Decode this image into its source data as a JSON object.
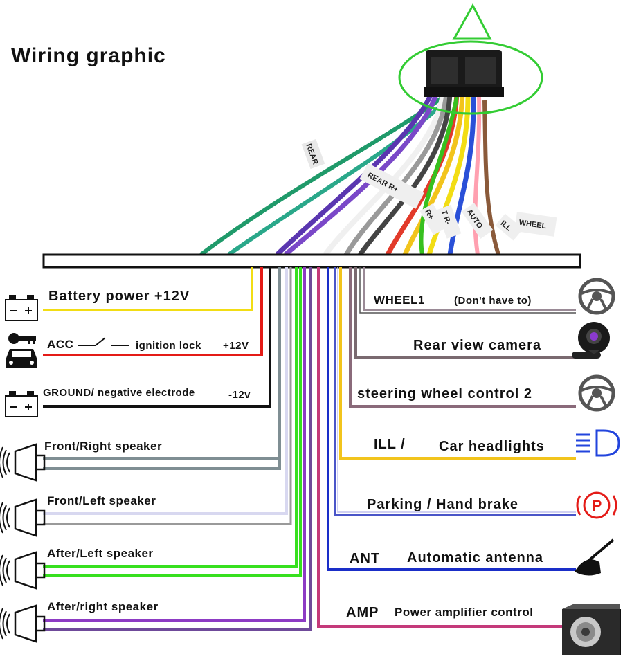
{
  "title": "Wiring graphic",
  "bundle_tape_labels": [
    "REAR",
    "REAR R+",
    "R+",
    "T R-",
    "AUTO",
    "ILL",
    "WHEEL"
  ],
  "left_wires": [
    {
      "label": "Battery power +12V",
      "color": "#f2dd14",
      "icon": "battery-icon"
    },
    {
      "label_parts": [
        "ACC",
        "ignition lock",
        "+12V"
      ],
      "color": "#e41b17",
      "icon": "key-car-icon"
    },
    {
      "label_parts": [
        "GROUND/ negative electrode",
        "-12v"
      ],
      "color": "#111111",
      "icon": "battery-icon"
    },
    {
      "label": "Front/Right speaker",
      "colors": [
        "#7f8e93",
        "#7f8e93"
      ],
      "icon": "speaker-icon"
    },
    {
      "label": "Front/Left speaker",
      "colors": [
        "#d8d8f0",
        "#9a9a9a"
      ],
      "icon": "speaker-icon"
    },
    {
      "label": "After/Left speaker",
      "colors": [
        "#37e01f",
        "#37e01f"
      ],
      "icon": "speaker-icon"
    },
    {
      "label": "After/right speaker",
      "colors": [
        "#8d3bc4",
        "#6f4a9a"
      ],
      "icon": "speaker-icon"
    }
  ],
  "right_wires": [
    {
      "label": "WHEEL1",
      "note": "(Don't have to)",
      "color": "#9a8a96",
      "icon": "steering-wheel-icon"
    },
    {
      "label": "Rear view camera",
      "color": "#7a6a70",
      "icon": "camera-icon"
    },
    {
      "label": "steering wheel control 2",
      "color": "#8a6a7a",
      "icon": "steering-wheel-icon"
    },
    {
      "label_parts": [
        "ILL /",
        "Car headlights"
      ],
      "color": "#f2c41c",
      "icon": "headlight-icon"
    },
    {
      "label": "Parking / Hand brake",
      "color": "#4a55c8",
      "icon": "parking-brake-icon",
      "icon_text": "P"
    },
    {
      "label_parts": [
        "ANT",
        "Automatic antenna"
      ],
      "color": "#1a2ec8",
      "icon": "antenna-icon"
    },
    {
      "label_parts": [
        "AMP",
        "Power amplifier control"
      ],
      "color": "#c43a7a",
      "icon": "subwoofer-icon"
    }
  ],
  "colors": {
    "connector_highlight": "#33cc33",
    "parking_icon": "#e41b17",
    "headlight_icon": "#2244dd"
  }
}
